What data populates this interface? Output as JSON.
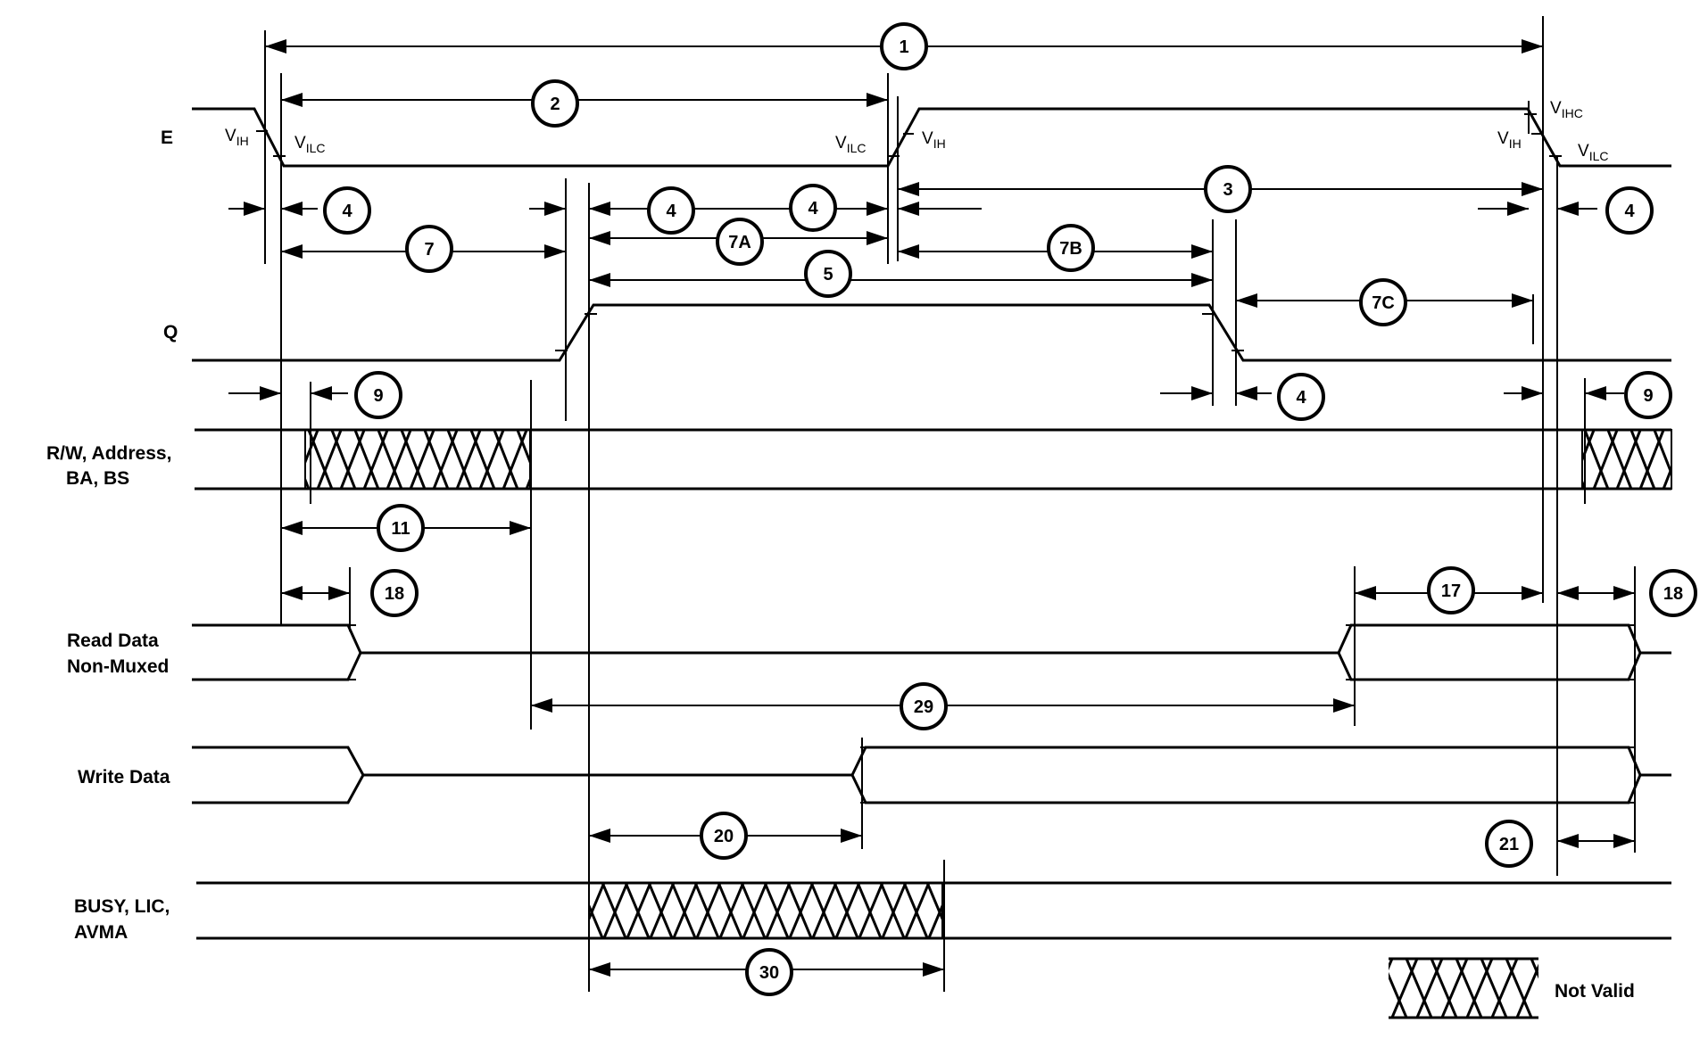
{
  "signals": {
    "e": "E",
    "q": "Q",
    "rw_line1": "R/W, Address,",
    "rw_line2": "BA, BS",
    "read_line1": "Read Data",
    "read_line2": "Non-Muxed",
    "write": "Write Data",
    "busy_line1": "BUSY, LIC,",
    "busy_line2": "AVMA"
  },
  "voltage_labels": {
    "vih": {
      "main": "V",
      "sub": "IH"
    },
    "vilc": {
      "main": "V",
      "sub": "ILC"
    },
    "vihc": {
      "main": "V",
      "sub": "IHC"
    }
  },
  "timing_numbers": {
    "t1": "1",
    "t2": "2",
    "t3": "3",
    "t4": "4",
    "t5": "5",
    "t7": "7",
    "t7a": "7A",
    "t7b": "7B",
    "t7c": "7C",
    "t9": "9",
    "t11": "11",
    "t17": "17",
    "t18": "18",
    "t20": "20",
    "t21": "21",
    "t29": "29",
    "t30": "30"
  },
  "legend": {
    "not_valid": "Not Valid"
  }
}
